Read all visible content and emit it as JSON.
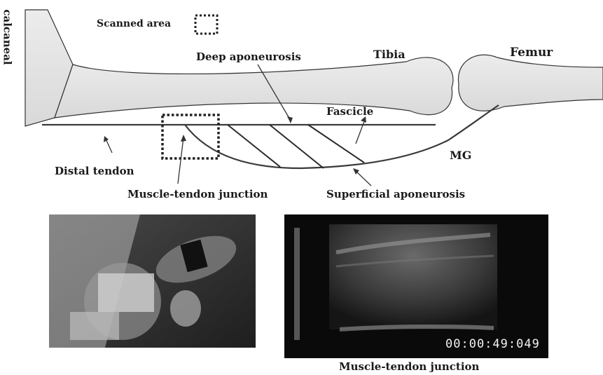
{
  "labels": {
    "scanned_area": "Scanned area",
    "calcaneal": "calcaneal",
    "deep_aponeurosis": "Deep aponeurosis",
    "tibia": "Tibia",
    "femur": "Femur",
    "fascicle": "Fascicle",
    "distal_tendon": "Distal tendon",
    "mg": "MG",
    "muscle_tendon_junction": "Muscle-tendon junction",
    "superficial_aponeurosis": "Superficial aponeurosis",
    "caption_ultrasound": "Muscle-tendon junction"
  },
  "ultrasound": {
    "timestamp": "00:00:49:049"
  }
}
